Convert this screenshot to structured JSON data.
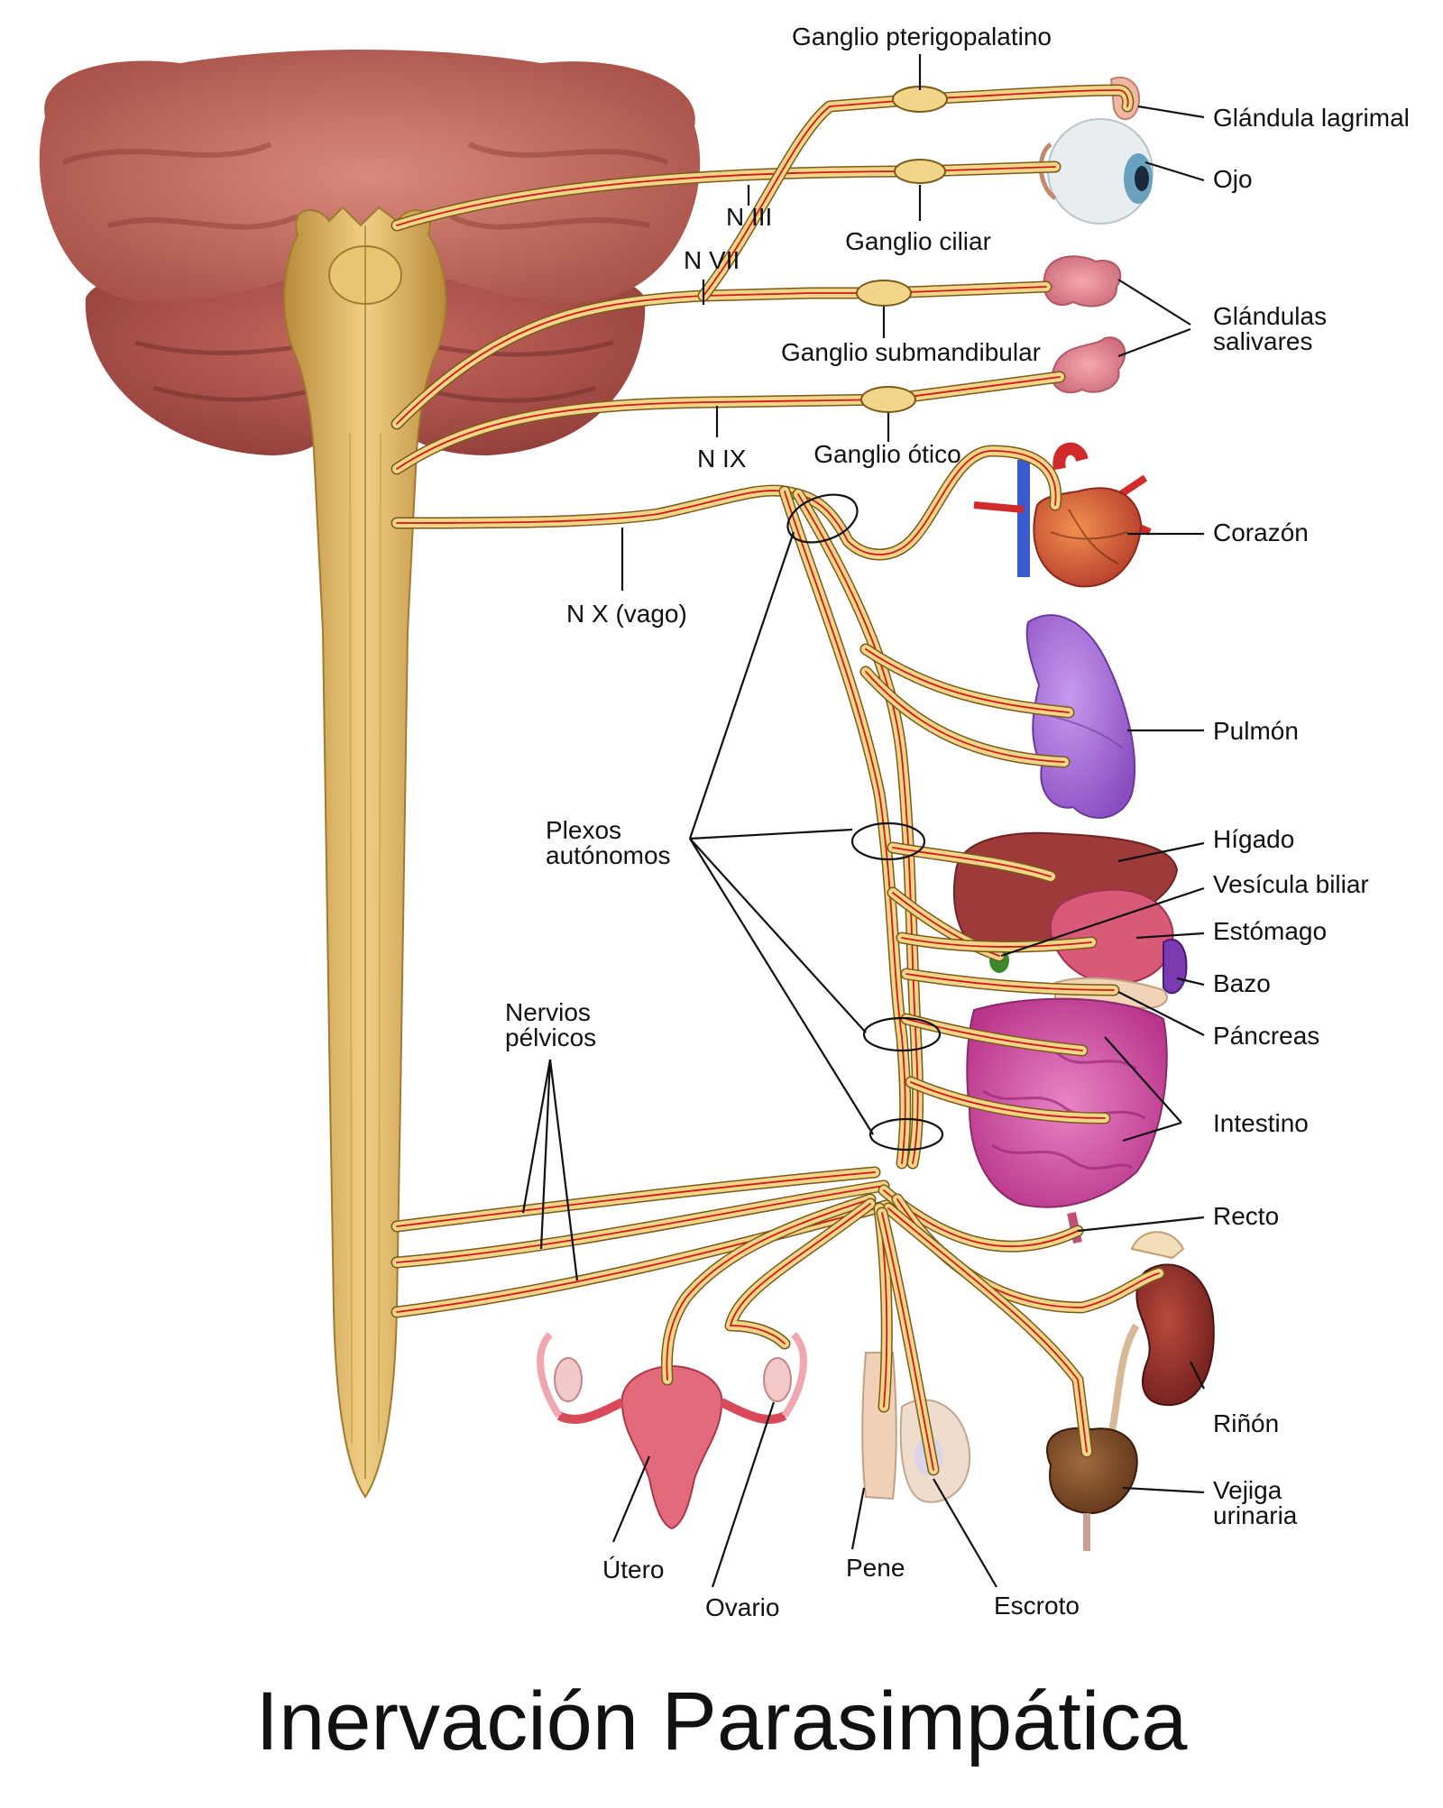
{
  "title": "Inervación Parasimpática",
  "colors": {
    "nerve": "#f3d58a",
    "nerve_core": "#d01818",
    "spinal_cord": "#d9b15d",
    "brain": "#b8645a",
    "heart": "#d9603a",
    "lung": "#a86bd6",
    "liver": "#9e3a3a",
    "stomach": "#d85a78",
    "intestine": "#d456a4",
    "kidney": "#8a2626",
    "bladder": "#7a4a2a"
  },
  "nerves": {
    "n3": "N III",
    "n7": "N VII",
    "n9": "N IX",
    "n10": "N X (vago)"
  },
  "ganglia": {
    "pterygopalatine": "Ganglio pterigopalatino",
    "ciliary": "Ganglio ciliar",
    "submandibular": "Ganglio submandibular",
    "otic": "Ganglio ótico"
  },
  "groups": {
    "plexus_line1": "Plexos",
    "plexus_line2": "autónomos",
    "pelvic_line1": "Nervios",
    "pelvic_line2": "pélvicos"
  },
  "organs": {
    "lacrimal": "Glándula lagrimal",
    "eye": "Ojo",
    "salivary_line1": "Glándulas",
    "salivary_line2": "salivares",
    "heart": "Corazón",
    "lung": "Pulmón",
    "liver": "Hígado",
    "gallbladder": "Vesícula biliar",
    "stomach": "Estómago",
    "spleen": "Bazo",
    "pancreas": "Páncreas",
    "intestine": "Intestino",
    "rectum": "Recto",
    "kidney": "Riñón",
    "bladder_line1": "Vejiga",
    "bladder_line2": "urinaria",
    "uterus": "Útero",
    "ovary": "Ovario",
    "penis": "Pene",
    "scrotum": "Escroto"
  }
}
